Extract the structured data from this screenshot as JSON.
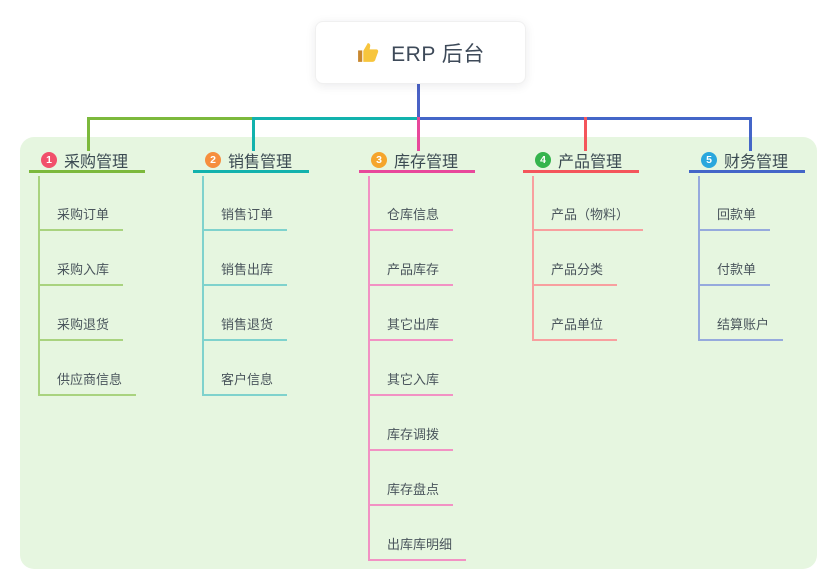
{
  "root": {
    "label": "ERP 后台",
    "icon": "thumbs-up-icon",
    "connector_color": "#4a62c6"
  },
  "panel_bg": "#e6f6e0",
  "branches": [
    {
      "num": "1",
      "title": "采购管理",
      "badge_color": "#f1506b",
      "line_color": "#7cb93c",
      "light_color": "#a9d37f",
      "children": [
        "采购订单",
        "采购入库",
        "采购退货",
        "供应商信息"
      ]
    },
    {
      "num": "2",
      "title": "销售管理",
      "badge_color": "#f68e3d",
      "line_color": "#12b2ad",
      "light_color": "#7fd2cd",
      "children": [
        "销售订单",
        "销售出库",
        "销售退货",
        "客户信息"
      ]
    },
    {
      "num": "3",
      "title": "库存管理",
      "badge_color": "#f5a52c",
      "line_color": "#e8489b",
      "light_color": "#f292c4",
      "children": [
        "仓库信息",
        "产品库存",
        "其它出库",
        "其它入库",
        "库存调拨",
        "库存盘点",
        "出库库明细"
      ]
    },
    {
      "num": "4",
      "title": "产品管理",
      "badge_color": "#35b44d",
      "line_color": "#f4555b",
      "light_color": "#f89f9f",
      "children": [
        "产品（物料）",
        "产品分类",
        "产品单位"
      ]
    },
    {
      "num": "5",
      "title": "财务管理",
      "badge_color": "#2aa7dd",
      "line_color": "#4466c8",
      "light_color": "#96aadd",
      "children": [
        "回款单",
        "付款单",
        "结算账户"
      ]
    }
  ]
}
